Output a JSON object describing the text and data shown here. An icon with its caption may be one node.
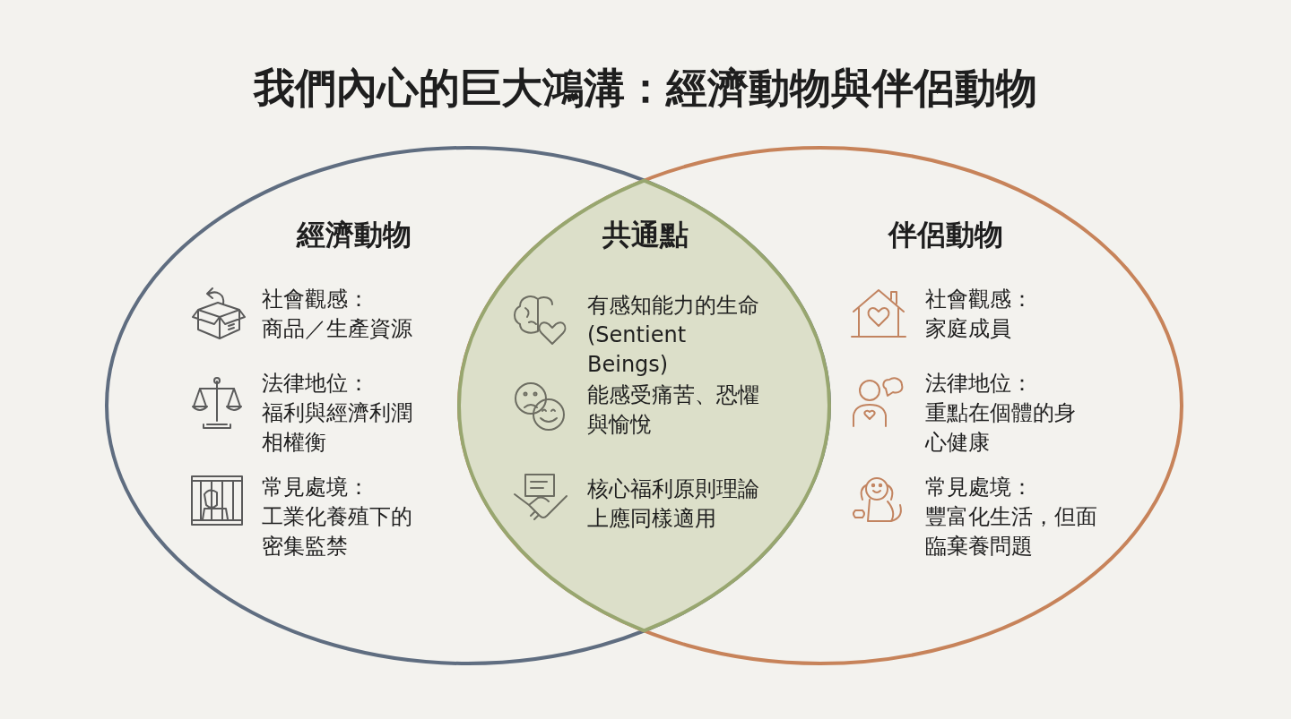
{
  "diagram": {
    "title": "我們內心的巨大鴻溝：經濟動物與伴侶動物",
    "nodes": [
      {
        "text": [
          "經濟動物",
          "社會觀感：",
          "商品／生產資源",
          "法律地位：",
          "福利與經濟利潤相權衡",
          "常見處境：",
          "工業化養殖下的密集監禁"
        ]
      },
      {
        "text": [
          "伴侶動物",
          "社會觀感：",
          "家庭成員",
          "法律地位：",
          "重點在個體的身心健康",
          "常見處境：",
          "豐富化生活，但面臨棄養問題"
        ]
      },
      {
        "text": [
          "共通點",
          "有感知能力的生命 (Sentient Beings)",
          "能感受痛苦、恐懼與愉悅",
          "核心福利原則理論上應同樣適用"
        ]
      }
    ]
  }
}
